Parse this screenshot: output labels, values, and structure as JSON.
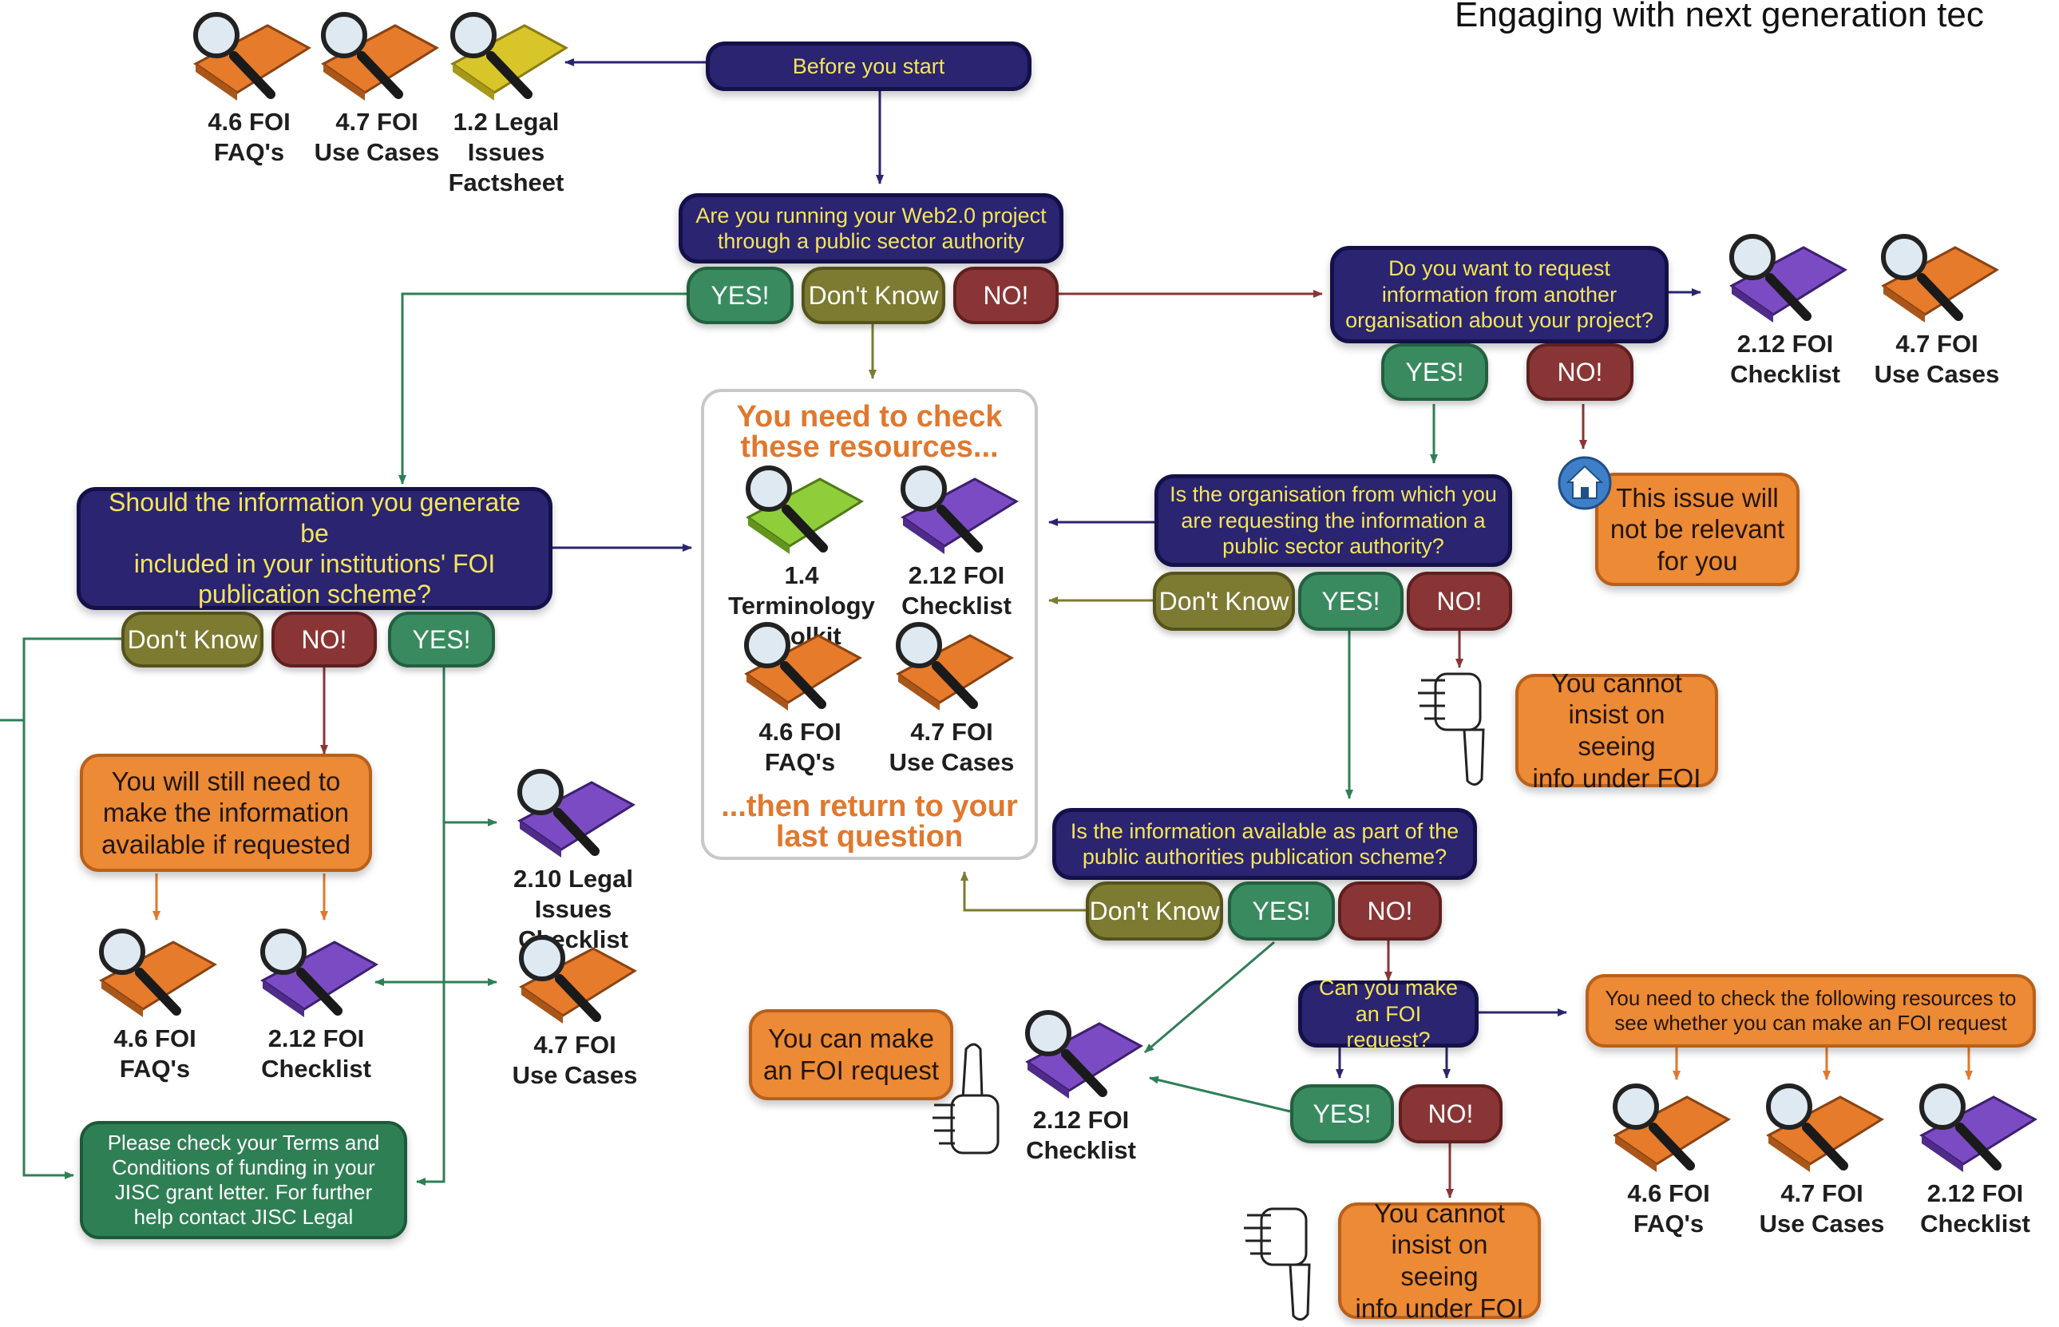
{
  "title": "Engaging with next generation tec",
  "start": "Before you start",
  "questions": {
    "web20": "Are you running your Web2.0 project\nthrough a public sector authority",
    "request_other": "Do you want to request\ninformation from another\norganisation about your project?",
    "include_scheme": "Should the information you generate be\nincluded in your institutions' FOI\npublication scheme?",
    "org_public": "Is the organisation from which you\nare requesting the information a\npublic sector authority?",
    "available_scheme": "Is the information available as part of the\npublic authorities publication scheme?",
    "can_request": "Can you make\nan FOI request?",
    "check_following": "You need to check the following resources to\nsee whether you can make an FOI request"
  },
  "answers": {
    "yes": "YES!",
    "no": "NO!",
    "dont_know": "Don't Know"
  },
  "outcomes": {
    "not_relevant": "This issue will\nnot be relevant\nfor you",
    "cannot_insist_1": "You cannot\ninsist on seeing\ninfo under FOI",
    "cannot_insist_2": "You cannot\ninsist on seeing\ninfo under FOI",
    "still_need": "You will still need to\nmake the information\navailable if requested",
    "can_make": "You can make\nan FOI request",
    "terms": "Please check your Terms and\nConditions of funding in your\nJISC grant letter. For further\nhelp contact JISC Legal"
  },
  "panel": {
    "heading": "You need to check\nthese resources...",
    "footer": "...then return to your\nlast question"
  },
  "resources": {
    "faq46": "4.6 FOI\nFAQ's",
    "use47": "4.7 FOI\nUse Cases",
    "legal12": "1.2 Legal\nIssues\nFactsheet",
    "check212": "2.12 FOI\nChecklist",
    "term14": "1.4 Terminology\nToolkit",
    "legal210": "2.10 Legal\nIssues Checklist"
  },
  "colors": {
    "question_fill": "#2b2470",
    "question_text": "#f3e65a",
    "outcome_orange": "#ec8a35",
    "outcome_green": "#2f7f55",
    "yes": "#3a8a60",
    "no": "#8a3535",
    "dont_know": "#7d7a32",
    "book_orange": "#e57b2b",
    "book_purple": "#7b4bc4",
    "book_yellow": "#d8c52a",
    "book_green": "#8fce3a",
    "panel_heading": "#e0782e"
  },
  "icons": [
    "magnifier-book-icon",
    "thumbs-up-icon",
    "thumbs-down-icon",
    "house-icon"
  ]
}
